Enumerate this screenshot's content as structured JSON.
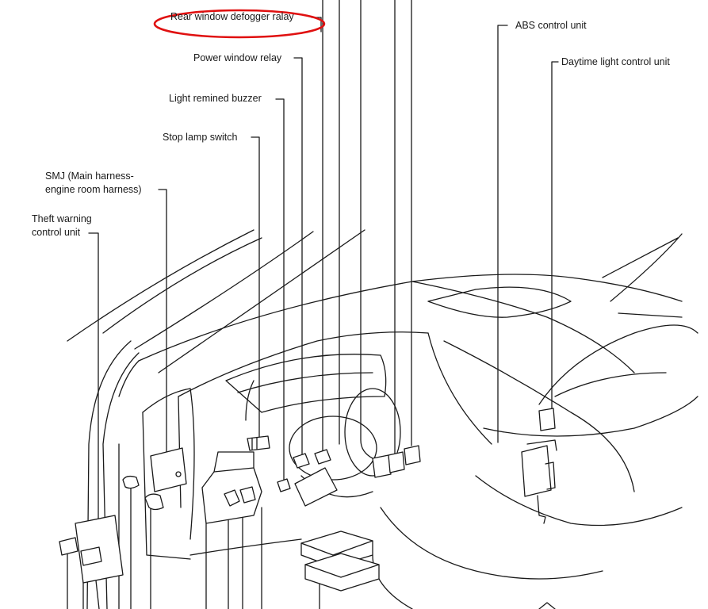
{
  "labels": {
    "rear_window_defogger_relay": "Rear window defogger ralay",
    "power_window_relay": "Power window relay",
    "light_remined_buzzer": "Light remined buzzer",
    "stop_lamp_switch": "Stop lamp switch",
    "smj_line1": "SMJ (Main harness-",
    "smj_line2": "engine room harness)",
    "theft_line1": "Theft warning",
    "theft_line2": "control unit",
    "abs_control_unit": "ABS control unit",
    "daytime_light_control_unit": "Daytime light control unit"
  },
  "colors": {
    "ink": "#1a1a1a",
    "highlight": "#e01010",
    "background": "#ffffff"
  }
}
